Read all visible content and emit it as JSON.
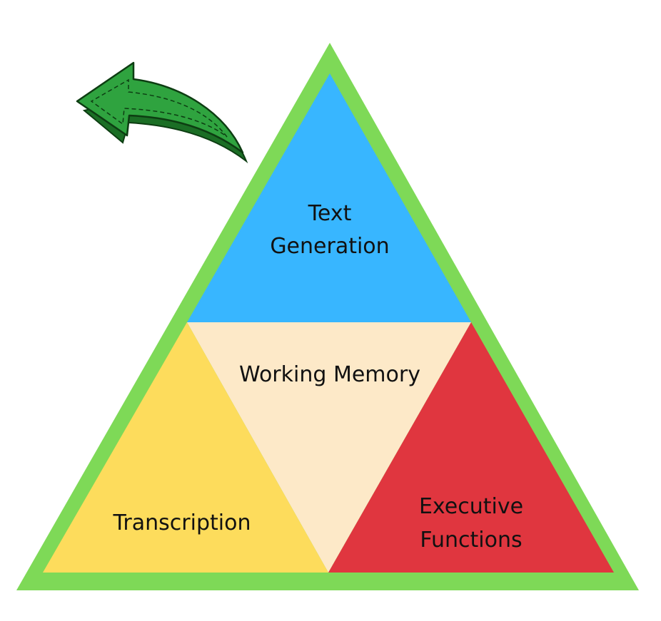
{
  "diagram": {
    "sections": {
      "top": {
        "lines": [
          "Text",
          "Generation"
        ],
        "color": "#38b6ff"
      },
      "center": {
        "lines": [
          "Working Memory"
        ],
        "color": "#fde9c8"
      },
      "bottom_left": {
        "lines": [
          "Transcription"
        ],
        "color": "#fddc5c"
      },
      "bottom_right": {
        "lines": [
          "Executive",
          "Functions"
        ],
        "color": "#e0363f"
      }
    },
    "border_color": "#7ed957",
    "arrow": {
      "icon": "curved-back-arrow-icon",
      "color": "#2fa33f",
      "dark_color": "#1b6e25"
    }
  }
}
